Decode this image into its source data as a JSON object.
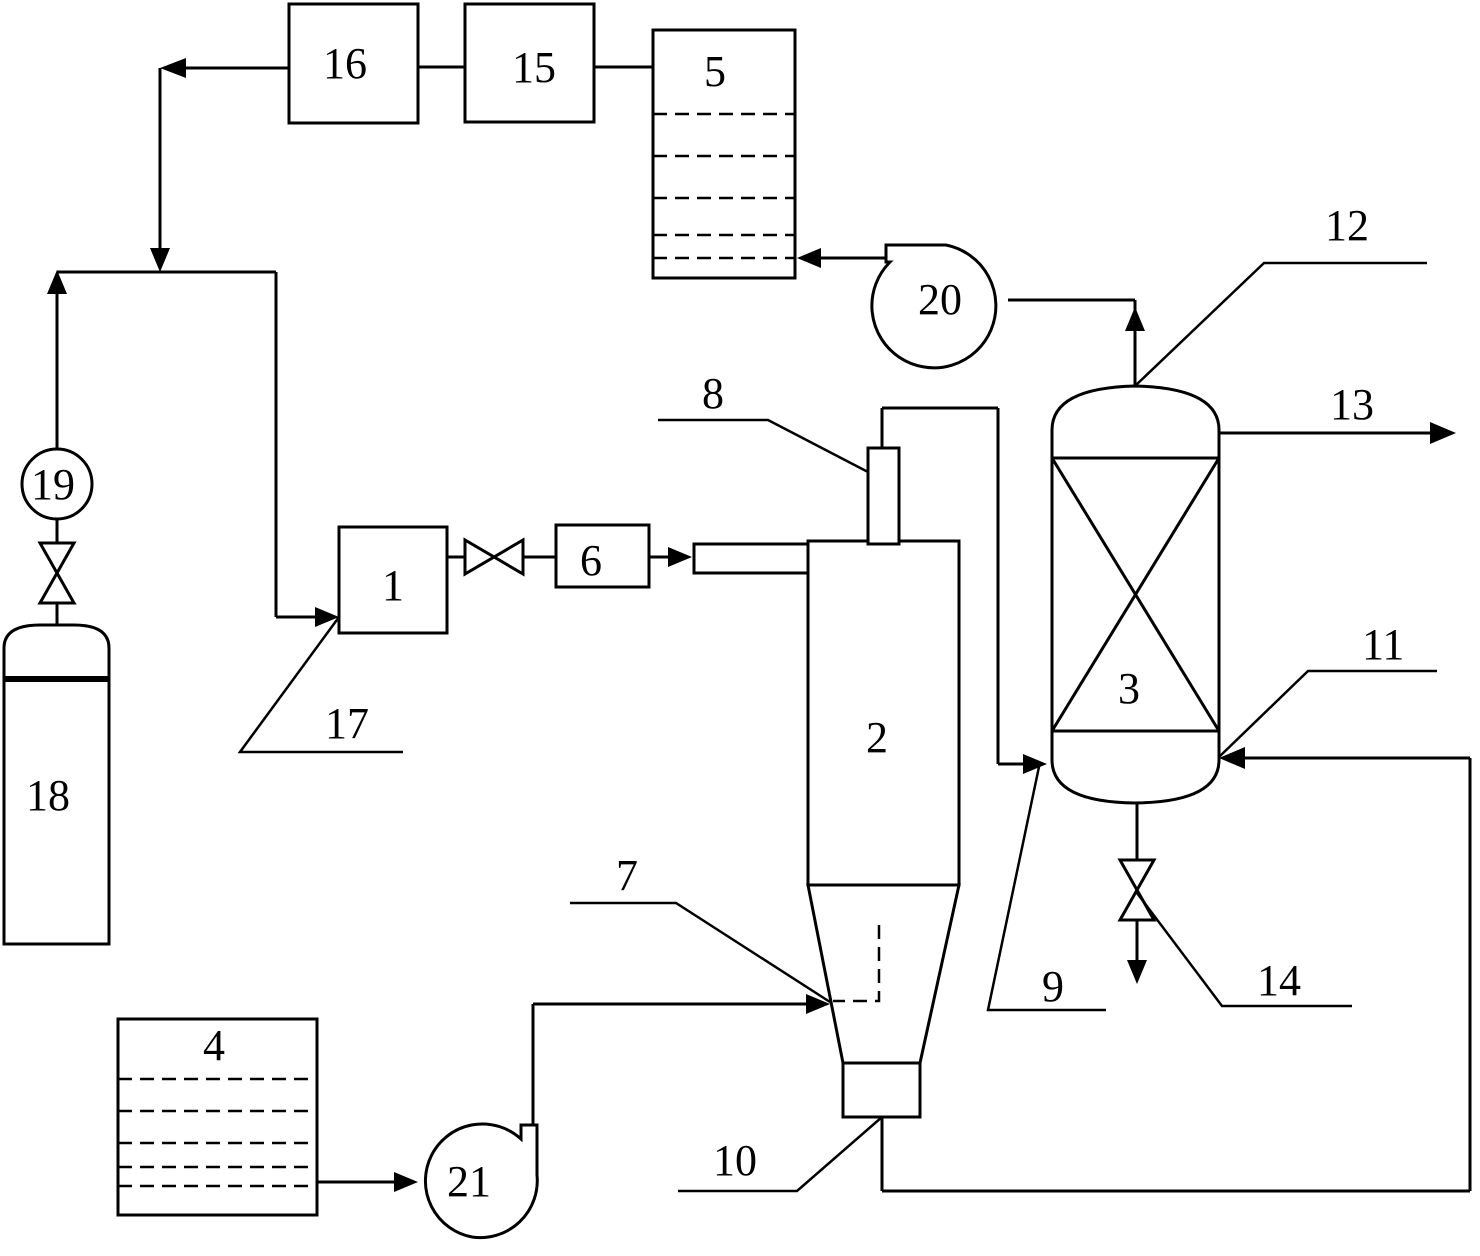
{
  "labels": {
    "u1": "1",
    "u2": "2",
    "u3": "3",
    "u4": "4",
    "u5": "5",
    "u6": "6",
    "u7": "7",
    "u8": "8",
    "u9": "9",
    "u10": "10",
    "u11": "11",
    "u12": "12",
    "u13": "13",
    "u14": "14",
    "u15": "15",
    "u16": "16",
    "u17": "17",
    "u18": "18",
    "u19": "19",
    "u20": "20",
    "u21": "21"
  },
  "colors": {
    "line": "#000000",
    "background": "#ffffff"
  }
}
